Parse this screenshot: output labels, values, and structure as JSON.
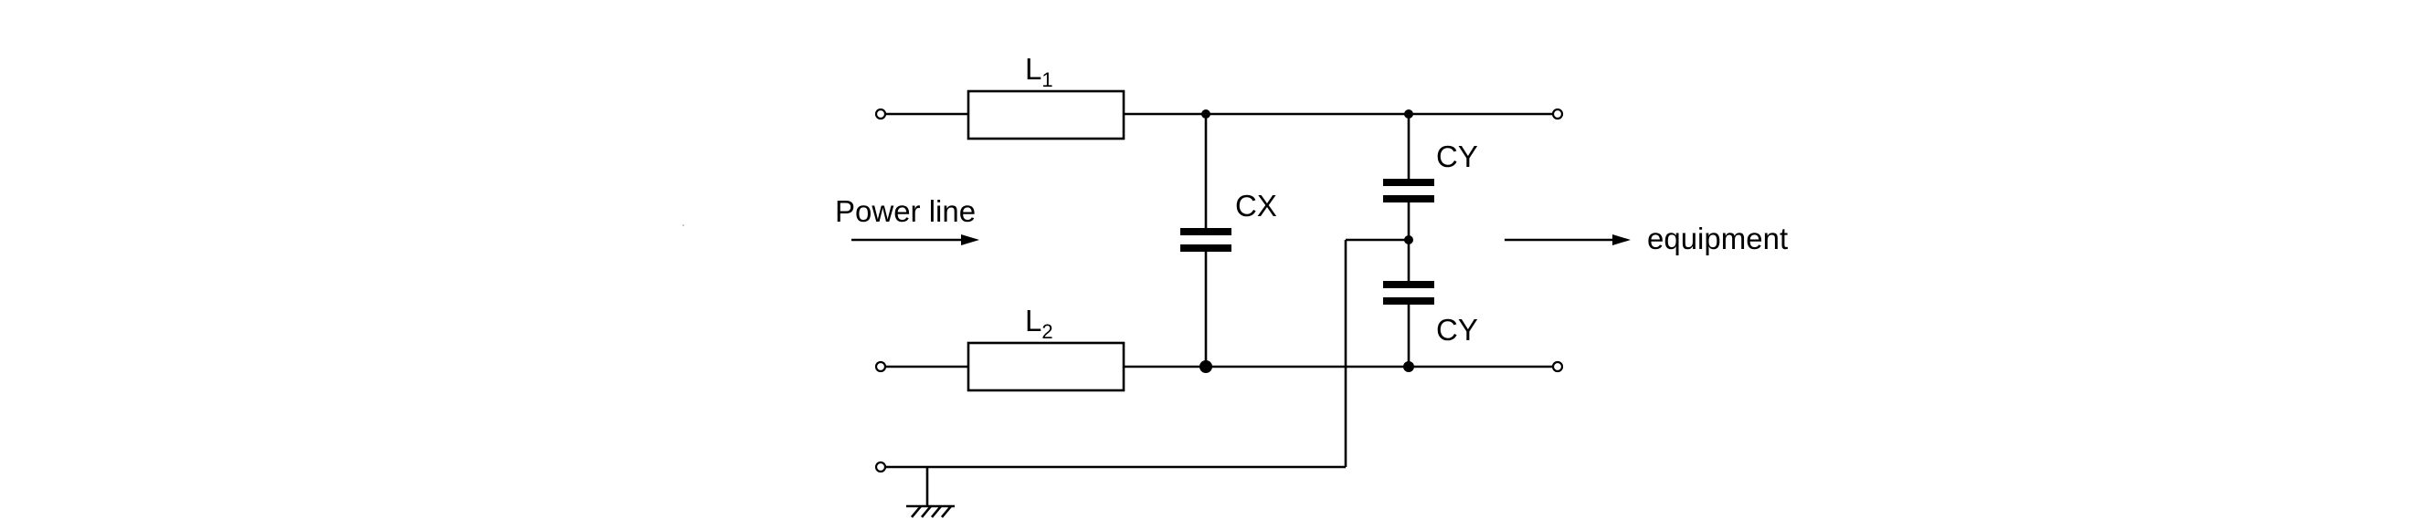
{
  "diagram": {
    "labels": {
      "l1": "L",
      "l1_sub": "1",
      "l2": "L",
      "l2_sub": "2",
      "cx": "CX",
      "cy_top": "CY",
      "cy_bottom": "CY",
      "power_line": "Power line",
      "equipment": "equipment"
    }
  }
}
